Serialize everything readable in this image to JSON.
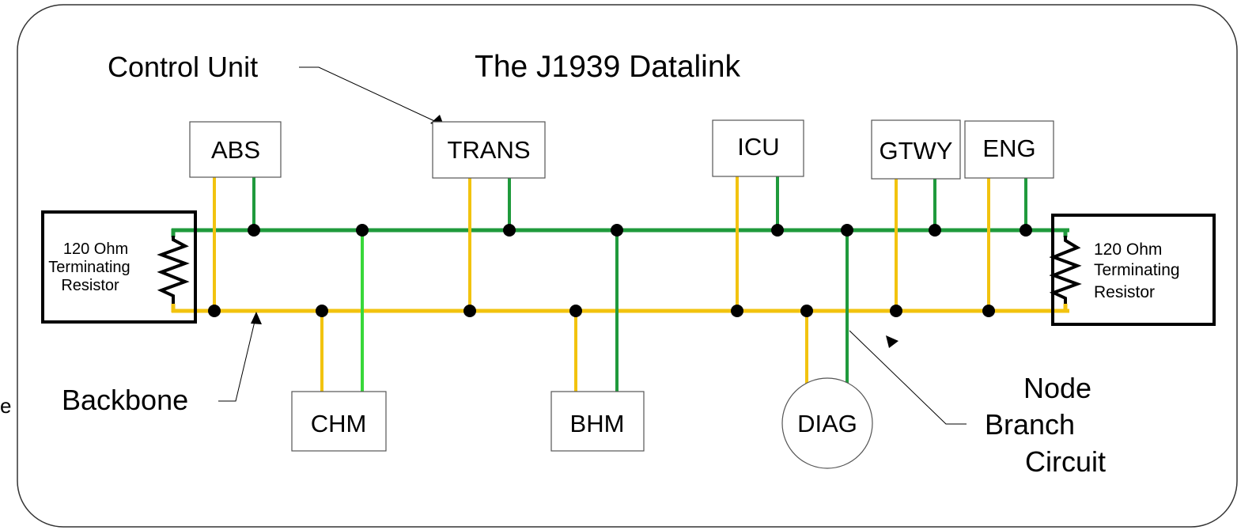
{
  "diagram": {
    "title": "The J1939 Datalink",
    "margin_fragment": "e",
    "colors": {
      "can_high": "#1f9a3c",
      "can_low": "#f2c30f",
      "branch_light_green": "#39d83a",
      "outline": "#000000"
    },
    "callouts": {
      "control_unit": "Control Unit",
      "backbone": "Backbone",
      "node_branch": [
        "Node",
        "Branch",
        "Circuit"
      ]
    },
    "terminators": {
      "left": [
        "120 Ohm",
        "Terminating",
        "Resistor"
      ],
      "right": [
        "120 Ohm",
        "Terminating",
        "Resistor"
      ]
    },
    "top_nodes": [
      "ABS",
      "TRANS",
      "ICU",
      "GTWY",
      "ENG"
    ],
    "bottom_nodes": [
      "CHM",
      "BHM",
      "DIAG"
    ]
  }
}
